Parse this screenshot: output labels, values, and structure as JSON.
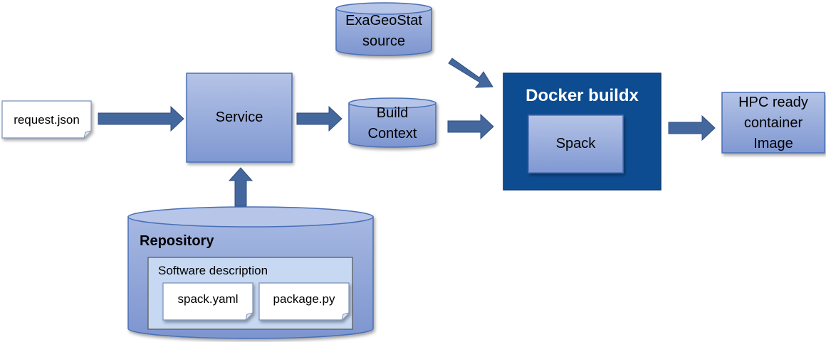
{
  "diagram": {
    "request_file": "request.json",
    "service": "Service",
    "exageostat_source": [
      "ExaGeoStat",
      "source"
    ],
    "build_context": [
      "Build",
      "Context"
    ],
    "docker_title": "Docker buildx",
    "spack": "Spack",
    "output_image": [
      "HPC ready",
      "container",
      "Image"
    ],
    "repository": {
      "title": "Repository",
      "software_description": "Software description",
      "files": [
        "spack.yaml",
        "package.py"
      ]
    }
  },
  "colors": {
    "box_fill_top": "#b4c3e6",
    "box_fill_bottom": "#7f98d2",
    "box_border": "#4a6fb5",
    "docker_fill": "#0e4c92",
    "arrow_fill": "#44679e",
    "software_desc_fill": "#c7d8f2"
  }
}
